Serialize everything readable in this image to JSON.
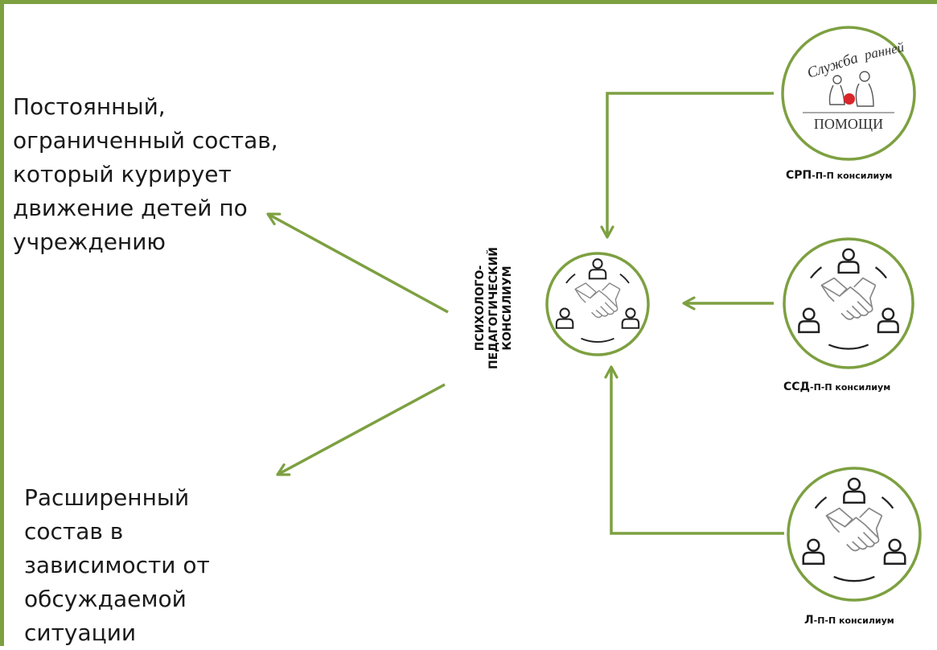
{
  "left_texts": {
    "permanent": [
      "Постоянный,",
      "ограниченный состав,",
      "который курирует",
      "движение детей по",
      "учреждению"
    ],
    "extended": [
      "Расширенный",
      "состав в",
      "зависимости от",
      "обсуждаемой",
      "ситуации"
    ]
  },
  "center": {
    "label_lines": [
      "ПСИХОЛОГО-",
      "ПЕДАГОГИЧЕСКИЙ",
      "КОНСИЛИУМ"
    ],
    "icon": "team-handshake-icon"
  },
  "nodes": [
    {
      "id": "srp",
      "abbr": "СРП",
      "suffix": "-П-П консилиум",
      "icon": "early-help-service-logo",
      "logo_text": [
        "Служба",
        "ранней",
        "ПОМОЩИ"
      ]
    },
    {
      "id": "ssd",
      "abbr": "ССД",
      "suffix": "-П-П консилиум",
      "icon": "team-handshake-icon"
    },
    {
      "id": "l",
      "abbr": "Л",
      "suffix": "-П-П консилиум",
      "icon": "team-handshake-icon"
    }
  ],
  "colors": {
    "accent": "#7da041",
    "text": "#1a1a1a",
    "icon_stroke": "#222222",
    "logo_ball": "#d9262b"
  }
}
